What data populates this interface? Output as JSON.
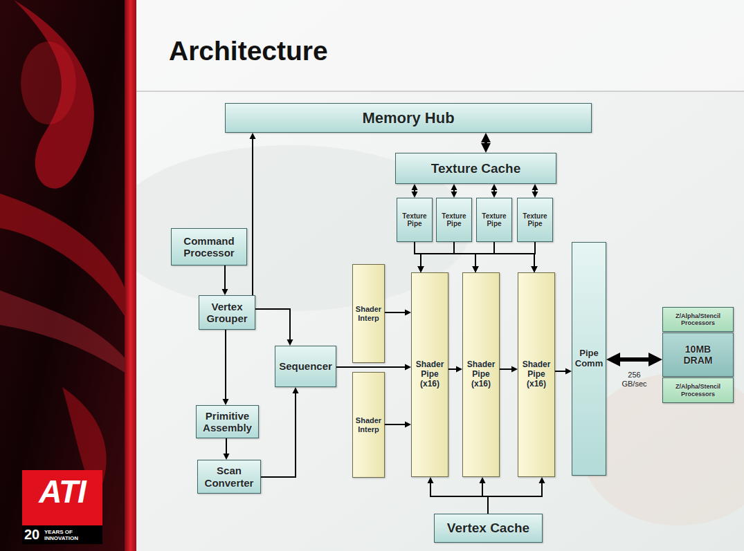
{
  "diagram": {
    "title": "Architecture",
    "nodes": [
      {
        "text": [
          "Memory Hub"
        ]
      },
      {
        "text": [
          "Texture Cache"
        ]
      },
      {
        "text": [
          "Texture Pipe"
        ]
      },
      {
        "text": [
          "Texture Pipe"
        ]
      },
      {
        "text": [
          "Texture Pipe"
        ]
      },
      {
        "text": [
          "Texture Pipe"
        ]
      },
      {
        "text": [
          "Command Processor"
        ]
      },
      {
        "text": [
          "Vertex Grouper"
        ]
      },
      {
        "text": [
          "Sequencer"
        ]
      },
      {
        "text": [
          "Primitive Assembly"
        ]
      },
      {
        "text": [
          "Scan Converter"
        ]
      },
      {
        "text": [
          "Shader Interp"
        ]
      },
      {
        "text": [
          "Shader Interp"
        ]
      },
      {
        "text": [
          "Shader Pipe (x16)"
        ]
      },
      {
        "text": [
          "Shader Pipe (x16)"
        ]
      },
      {
        "text": [
          "Shader Pipe (x16)"
        ]
      },
      {
        "text": [
          "Pipe Comm"
        ]
      },
      {
        "text": [
          "Z/Alpha/Stencil Processors"
        ]
      },
      {
        "text": [
          "10MB DRAM"
        ]
      },
      {
        "text": [
          "Z/Alpha/Stencil Processors"
        ]
      },
      {
        "text": [
          "Vertex Cache"
        ]
      }
    ],
    "edges": [
      {
        "from": 1,
        "to": 0,
        "arrow": "both"
      },
      {
        "from": 2,
        "to": 1,
        "arrow": "both"
      },
      {
        "from": 3,
        "to": 1,
        "arrow": "both"
      },
      {
        "from": 4,
        "to": 1,
        "arrow": "both"
      },
      {
        "from": 5,
        "to": 1,
        "arrow": "both"
      },
      {
        "from": 6,
        "to": 7,
        "arrow": "to"
      },
      {
        "from": 7,
        "to": 0,
        "arrow": "to"
      },
      {
        "from": 7,
        "to": 8,
        "arrow": "to"
      },
      {
        "from": 7,
        "to": 9,
        "arrow": "to"
      },
      {
        "from": 9,
        "to": 10,
        "arrow": "to"
      },
      {
        "from": 10,
        "to": 8,
        "arrow": "to"
      },
      {
        "from": 8,
        "to": 13,
        "arrow": "to"
      },
      {
        "from": 11,
        "to": 13,
        "arrow": "to"
      },
      {
        "from": 12,
        "to": 13,
        "arrow": "to"
      },
      {
        "from": 2,
        "to": 13,
        "arrow": "to"
      },
      {
        "from": 2,
        "to": 14,
        "arrow": "to"
      },
      {
        "from": 2,
        "to": 15,
        "arrow": "to"
      },
      {
        "from": 3,
        "to": 13,
        "arrow": "to"
      },
      {
        "from": 3,
        "to": 14,
        "arrow": "to"
      },
      {
        "from": 3,
        "to": 15,
        "arrow": "to"
      },
      {
        "from": 4,
        "to": 13,
        "arrow": "to"
      },
      {
        "from": 4,
        "to": 14,
        "arrow": "to"
      },
      {
        "from": 4,
        "to": 15,
        "arrow": "to"
      },
      {
        "from": 5,
        "to": 13,
        "arrow": "to"
      },
      {
        "from": 5,
        "to": 14,
        "arrow": "to"
      },
      {
        "from": 5,
        "to": 15,
        "arrow": "to"
      },
      {
        "from": 13,
        "to": 14,
        "arrow": "to"
      },
      {
        "from": 14,
        "to": 15,
        "arrow": "to"
      },
      {
        "from": 15,
        "to": 16,
        "arrow": "to"
      },
      {
        "from": 16,
        "to": 18,
        "label": "256 GB/sec",
        "arrow": "both"
      },
      {
        "from": 20,
        "to": 13,
        "arrow": "to"
      },
      {
        "from": 20,
        "to": 14,
        "arrow": "to"
      },
      {
        "from": 20,
        "to": 15,
        "arrow": "to"
      }
    ],
    "labels": [
      "ATI",
      "20",
      "YEARS OF INNOVATION"
    ]
  }
}
